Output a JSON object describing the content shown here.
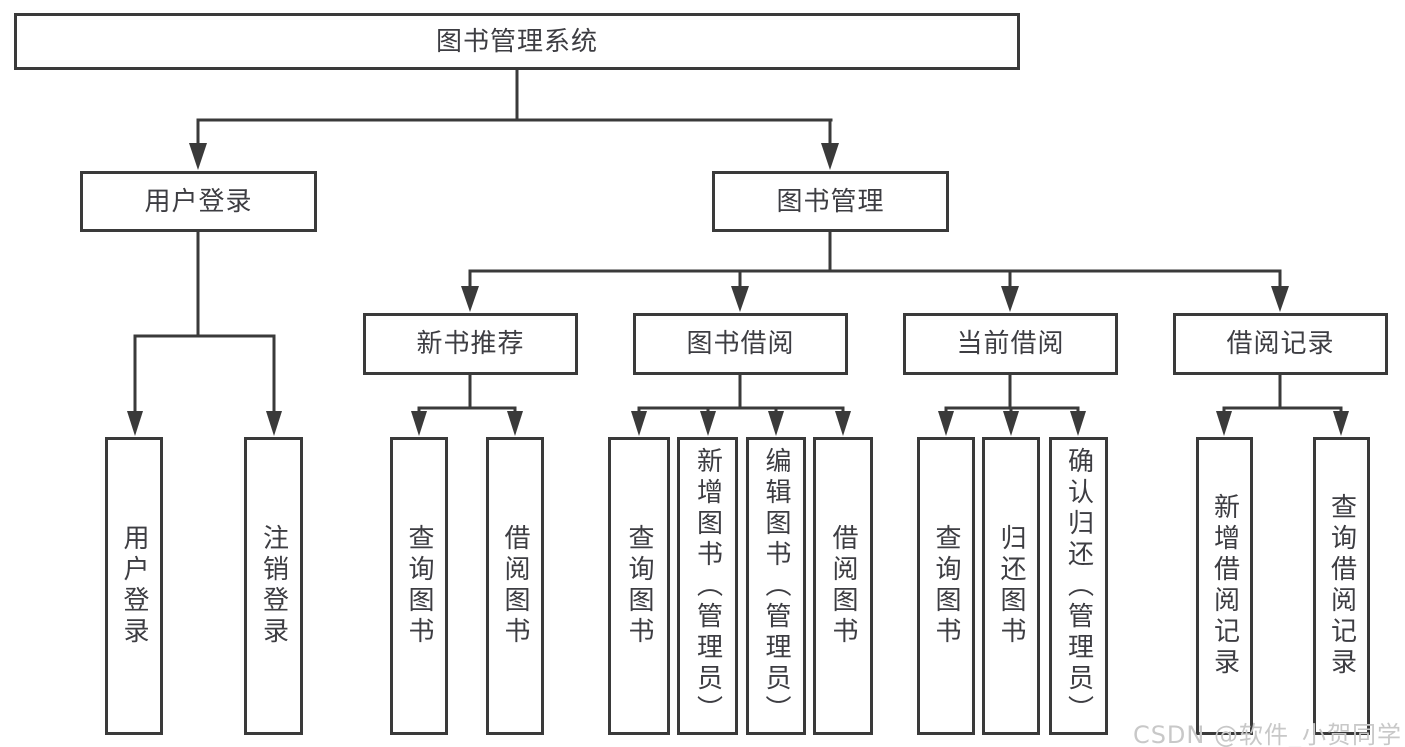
{
  "tree": {
    "root": "图书管理系统",
    "children": [
      {
        "label": "用户登录",
        "children": [
          "用户登录",
          "注销登录"
        ]
      },
      {
        "label": "图书管理",
        "children": [
          {
            "label": "新书推荐",
            "children": [
              "查询图书",
              "借阅图书"
            ]
          },
          {
            "label": "图书借阅",
            "children": [
              "查询图书",
              "新增图书（管理员）",
              "编辑图书（管理员）",
              "借阅图书"
            ]
          },
          {
            "label": "当前借阅",
            "children": [
              "查询图书",
              "归还图书",
              "确认归还（管理员）"
            ]
          },
          {
            "label": "借阅记录",
            "children": [
              "新增借阅记录",
              "查询借阅记录"
            ]
          }
        ]
      }
    ]
  },
  "watermark": {
    "text": "CSDN @软件_小贺同学"
  },
  "colors": {
    "line": "#3a3a3a",
    "node_border": "#3a3a3a",
    "node_text": "#3d3d42",
    "node_fill": "#ffffff",
    "background": "#ffffff",
    "watermark": "#c8c8c8"
  }
}
